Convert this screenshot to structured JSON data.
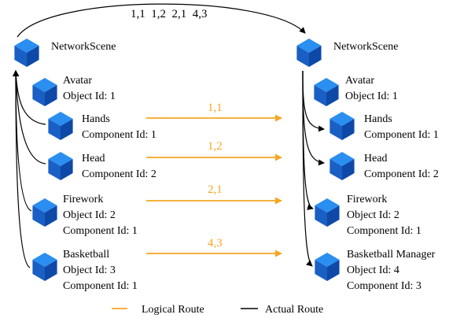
{
  "top_arc": {
    "label": "1,1  1,2  2,1  4,3"
  },
  "left": {
    "scene": {
      "label": "NetworkScene",
      "icon": "cube-icon"
    },
    "avatar": {
      "lines": [
        "Avatar",
        "Object Id: 1"
      ]
    },
    "hands": {
      "lines": [
        "Hands",
        "Component Id: 1"
      ]
    },
    "head": {
      "lines": [
        "Head",
        "Component Id: 2"
      ]
    },
    "firework": {
      "lines": [
        "Firework",
        "Object Id: 2",
        "Component Id: 1"
      ]
    },
    "basketball": {
      "lines": [
        "Basketball",
        "Object Id: 3",
        "Component Id: 1"
      ]
    }
  },
  "right": {
    "scene": {
      "label": "NetworkScene",
      "icon": "cube-icon"
    },
    "avatar": {
      "lines": [
        "Avatar",
        "Object Id: 1"
      ]
    },
    "hands": {
      "lines": [
        "Hands",
        "Component Id: 1"
      ]
    },
    "head": {
      "lines": [
        "Head",
        "Component Id: 2"
      ]
    },
    "firework": {
      "lines": [
        "Firework",
        "Object Id: 2",
        "Component Id: 1"
      ]
    },
    "basketball": {
      "lines": [
        "Basketball Manager",
        "Object Id: 4",
        "Component Id: 3"
      ]
    }
  },
  "routes": {
    "hands": "1,1",
    "head": "1,2",
    "firework": "2,1",
    "basketball": "4,3"
  },
  "legend": {
    "logical": "Logical Route",
    "actual": "Actual Route"
  },
  "colors": {
    "cube_top": "#2a8ff0",
    "cube_left": "#1a5fc4",
    "cube_right": "#0e49a8",
    "logical": "#f5a623",
    "actual": "#000000"
  }
}
